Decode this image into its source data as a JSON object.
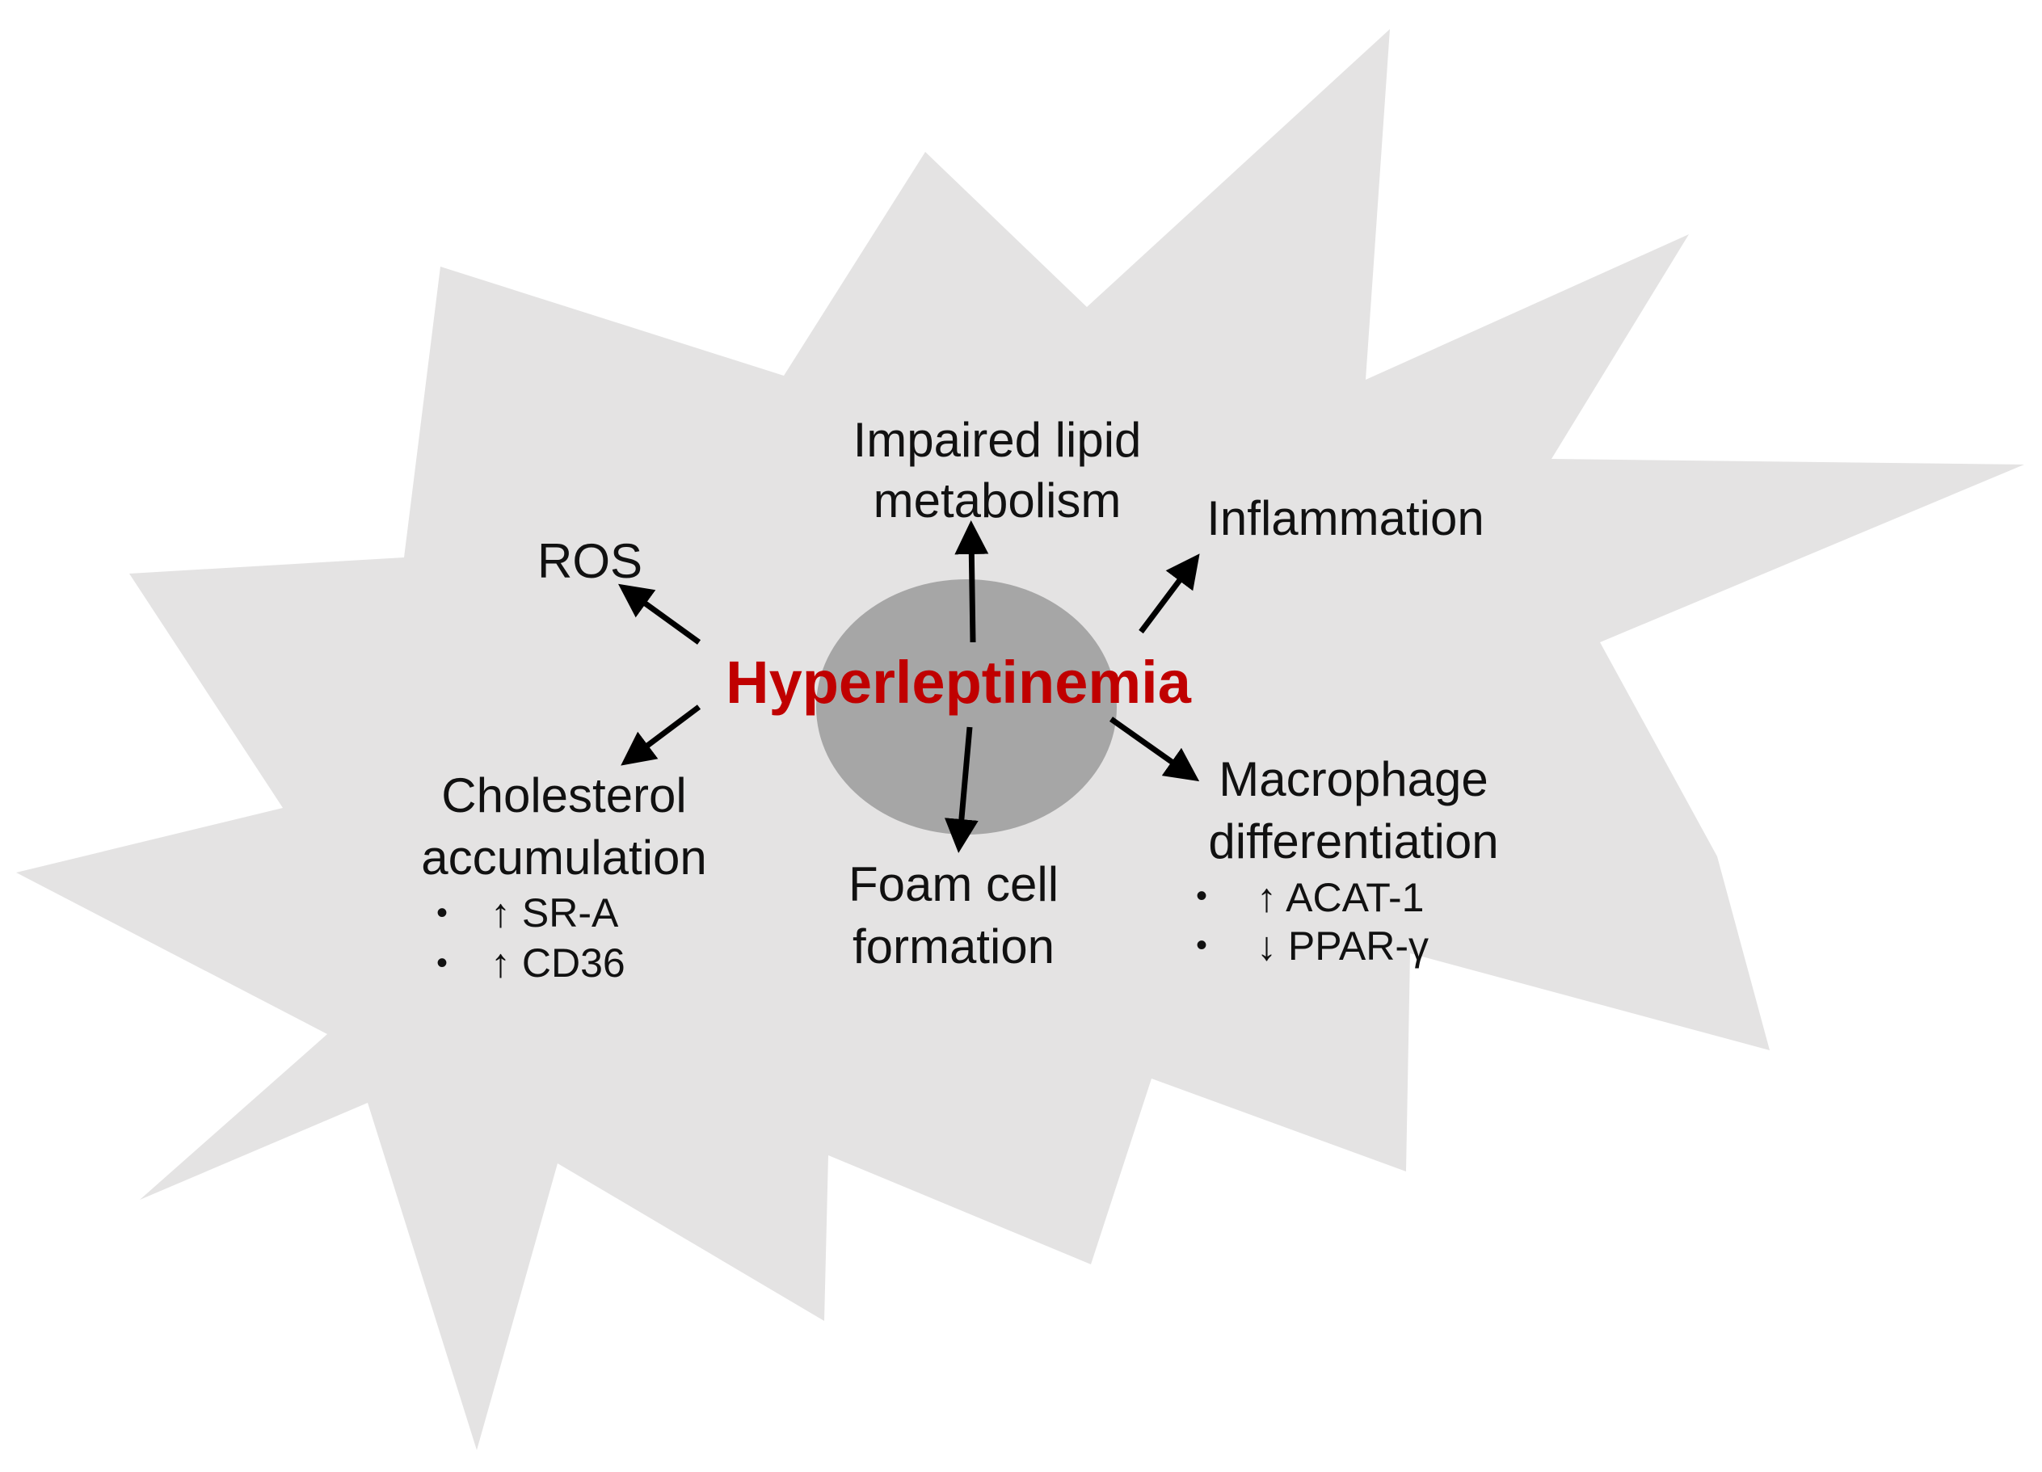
{
  "center": {
    "label": "Hyperleptinemia",
    "color": "#c00000"
  },
  "colors": {
    "burst_fill": "#e4e3e3",
    "ellipse_fill": "#a6a6a6",
    "arrow": "#000000",
    "text": "#111111"
  },
  "nodes": {
    "impaired_lipid": {
      "line1": "Impaired lipid",
      "line2": "metabolism"
    },
    "inflammation": {
      "label": "Inflammation"
    },
    "ros": {
      "label": "ROS"
    },
    "cholesterol": {
      "line1": "Cholesterol",
      "line2": "accumulation",
      "bullets": [
        {
          "mark": "•",
          "text": "↑ SR-A"
        },
        {
          "mark": "•",
          "text": "↑ CD36"
        }
      ]
    },
    "foam_cell": {
      "line1": "Foam cell",
      "line2": "formation"
    },
    "macrophage": {
      "line1": "Macrophage",
      "line2": "differentiation",
      "bullets": [
        {
          "mark": "•",
          "text": "↑ ACAT-1"
        },
        {
          "mark": "•",
          "text": "↓ PPAR-γ"
        }
      ]
    }
  }
}
